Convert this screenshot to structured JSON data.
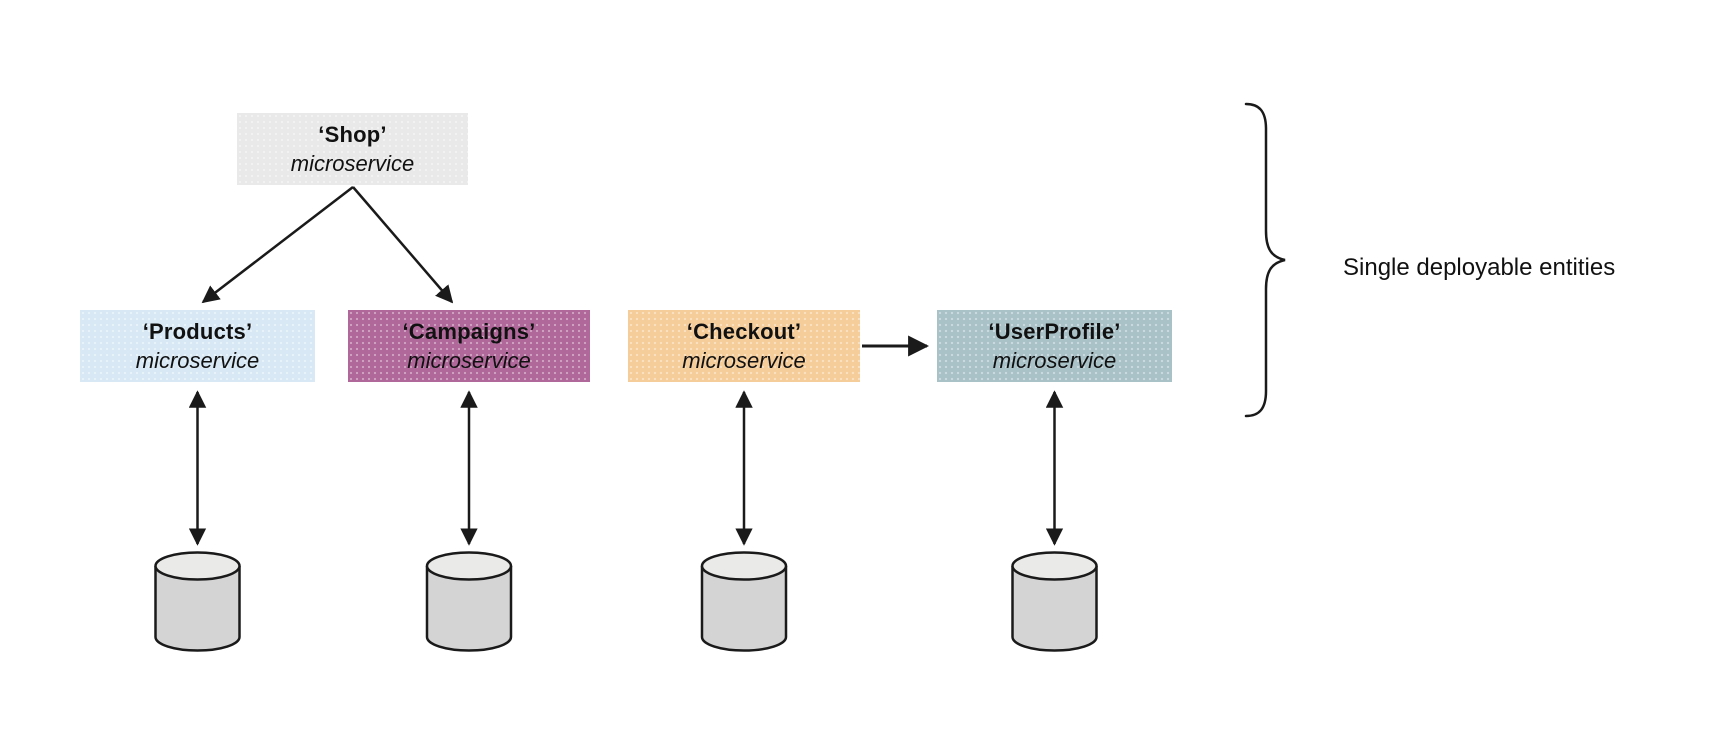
{
  "diagram": {
    "nodes": {
      "shop": {
        "title": "‘Shop’",
        "subtitle": "microservice",
        "color": "#e9e9e9"
      },
      "products": {
        "title": "‘Products’",
        "subtitle": "microservice",
        "color": "#d8e9f5"
      },
      "campaigns": {
        "title": "‘Campaigns’",
        "subtitle": "microservice",
        "color": "#b0689a"
      },
      "checkout": {
        "title": "‘Checkout’",
        "subtitle": "microservice",
        "color": "#f5cd9b"
      },
      "userprofile": {
        "title": "‘UserProfile’",
        "subtitle": "microservice",
        "color": "#a9c2c8"
      }
    },
    "edges": {
      "shop_to_products": "arrow",
      "shop_to_campaigns": "arrow",
      "checkout_to_userprofile": "arrow",
      "service_to_database": "double-arrow x4"
    },
    "annotation": {
      "label": "Single deployable entities"
    },
    "icons": {
      "database": "database-cylinder-icon"
    },
    "colors": {
      "stroke": "#1a1a1a",
      "cylinder_body": "#d4d4d4",
      "cylinder_top": "#eaeae8",
      "background": "#ffffff"
    }
  }
}
